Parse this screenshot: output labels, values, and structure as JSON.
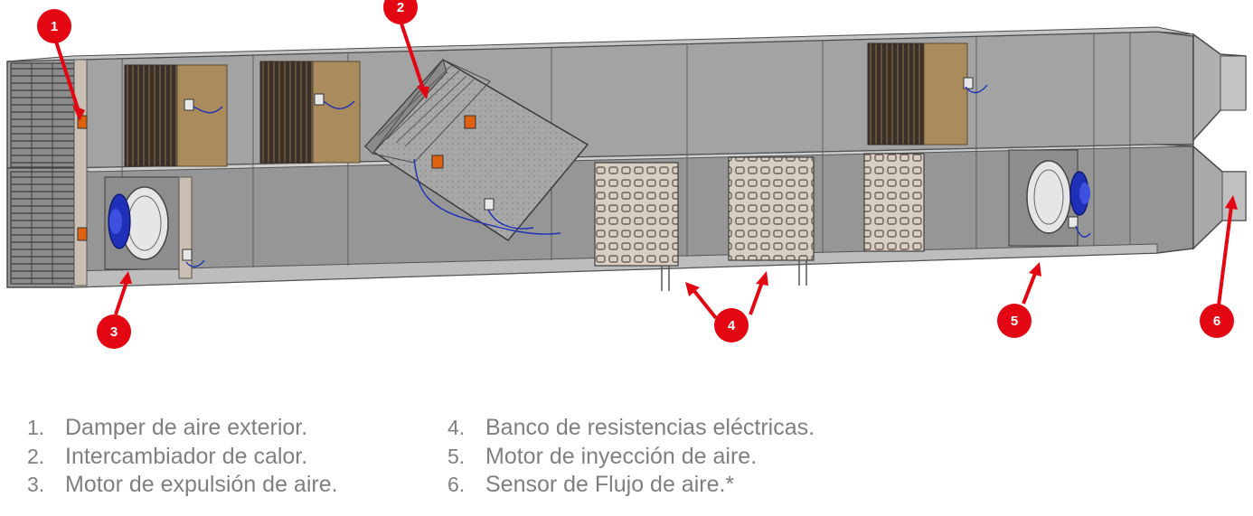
{
  "callouts": [
    {
      "number": "1"
    },
    {
      "number": "2"
    },
    {
      "number": "3"
    },
    {
      "number": "4"
    },
    {
      "number": "5"
    },
    {
      "number": "6"
    }
  ],
  "legend": {
    "column_1": [
      {
        "number": "1.",
        "text": "Damper de aire exterior."
      },
      {
        "number": "2.",
        "text": "Intercambiador de calor."
      },
      {
        "number": "3.",
        "text": "Motor de expulsión de aire."
      }
    ],
    "column_2": [
      {
        "number": "4.",
        "text": "Banco de resistencias eléctricas."
      },
      {
        "number": "5.",
        "text": "Motor de inyección de aire."
      },
      {
        "number": "6.",
        "text": "Sensor de Flujo de aire.*"
      }
    ]
  },
  "colors": {
    "callout": "#e30613",
    "arrow": "#e30613",
    "housing": "#9a9a9a",
    "housing_light": "#b4b4b4",
    "filter_media": "#a98b5c",
    "fan_motor": "#1f2fb8",
    "actuator": "#e0620e",
    "legend_text": "#7f7f7f"
  }
}
